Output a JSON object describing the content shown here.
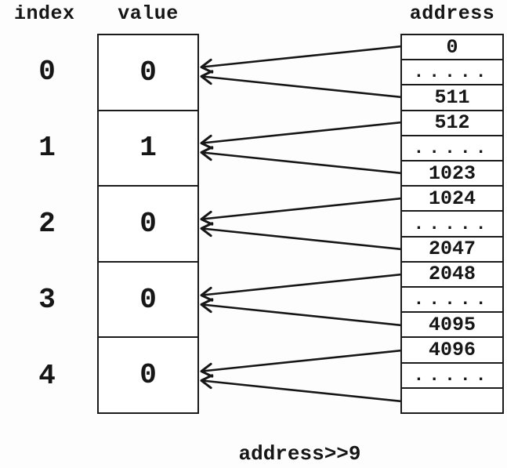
{
  "diagram": {
    "labels": {
      "index": "index",
      "value": "value",
      "address": "address"
    },
    "index_entries": [
      "0",
      "1",
      "2",
      "3",
      "4"
    ],
    "value_cells": [
      "0",
      "1",
      "0",
      "0",
      "0"
    ],
    "address_rows": [
      "0",
      ".....",
      "511",
      "512",
      ".....",
      "1023",
      "1024",
      ".....",
      "2047",
      "2048",
      ".....",
      "4095",
      "4096",
      ".....",
      ""
    ],
    "caption": "address>>9",
    "colors": {
      "ink": "#161616",
      "table_background": "#ffffff",
      "page_background": "#fdfdfd"
    },
    "arrows": [
      {
        "address_row": 0,
        "index_cell": 0
      },
      {
        "address_row": 2,
        "index_cell": 0
      },
      {
        "address_row": 3,
        "index_cell": 1
      },
      {
        "address_row": 5,
        "index_cell": 1
      },
      {
        "address_row": 6,
        "index_cell": 2
      },
      {
        "address_row": 8,
        "index_cell": 2
      },
      {
        "address_row": 9,
        "index_cell": 3
      },
      {
        "address_row": 11,
        "index_cell": 3
      },
      {
        "address_row": 12,
        "index_cell": 4
      },
      {
        "address_row": 14,
        "index_cell": 4
      }
    ]
  }
}
